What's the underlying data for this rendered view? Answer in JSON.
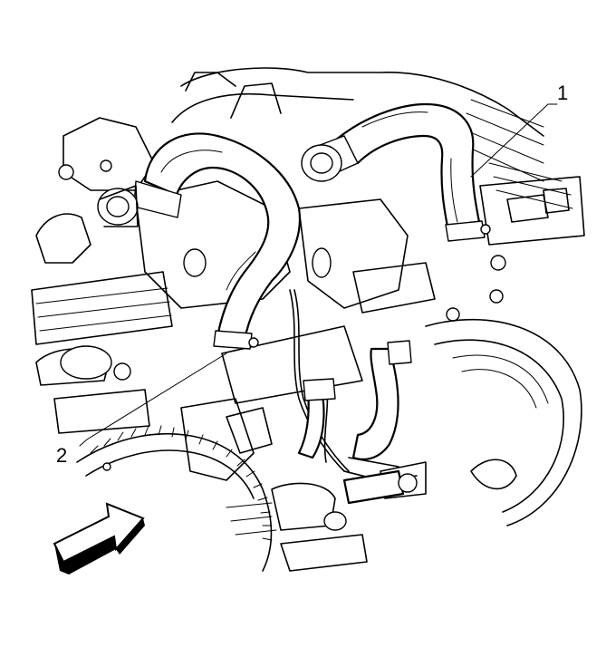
{
  "diagram": {
    "callouts": [
      {
        "id": "1",
        "label": "1"
      },
      {
        "id": "2",
        "label": "2"
      }
    ],
    "colors": {
      "line": "#000000",
      "background": "#ffffff"
    },
    "icons": [
      "direction-arrow-icon"
    ]
  }
}
